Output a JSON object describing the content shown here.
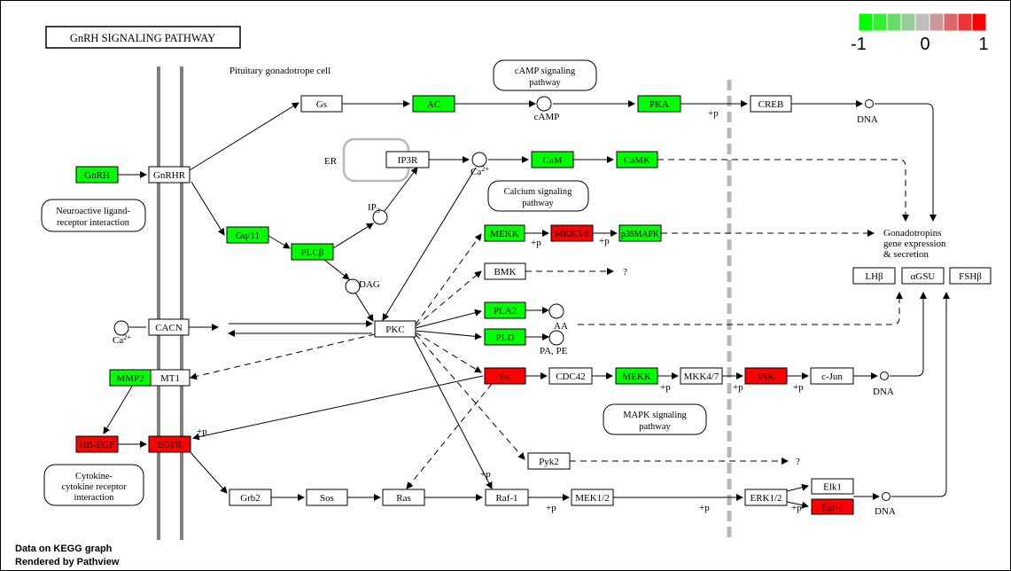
{
  "title": "GnRH  SIGNALING  PATHWAY",
  "colors": {
    "up": "#ff0000",
    "down": "#00ff00",
    "neutral": "#ffffff",
    "legend_steps": [
      "#00ff00",
      "#33ee33",
      "#66dd66",
      "#99cc99",
      "#bebebe",
      "#cc9999",
      "#dd6666",
      "#ee3333",
      "#ff0000"
    ]
  },
  "legend": {
    "min": "-1",
    "mid": "0",
    "max": "1"
  },
  "footer": {
    "line1": "Data on KEGG graph",
    "line2": "Rendered by Pathview"
  },
  "labels": {
    "cell": "Pituitary gonadotrope cell",
    "camp_box": [
      "cAMP signaling",
      "pathway"
    ],
    "calcium_box": [
      "Calcium signaling",
      "pathway"
    ],
    "mapk_box": [
      "MAPK signaling",
      "pathway"
    ],
    "neuro_box": [
      "Neuroactive ligand-",
      "receptor interaction"
    ],
    "cytokine_box": [
      "Cytokine-",
      "cytokine receptor",
      "interaction"
    ],
    "gonadotropins": [
      "Gonadotropins",
      "gene expression",
      "& secretion"
    ],
    "camp": "cAMP",
    "er": "ER",
    "ca_top": "Ca",
    "ca_left": "Ca",
    "ip3": "IP",
    "dag": "DAG",
    "aa": "AA",
    "pa_pe": "PA, PE",
    "dna": "DNA",
    "plus_p": "+p",
    "question": "?"
  },
  "nodes": {
    "gnrh": {
      "label": "GnRH",
      "state": "down"
    },
    "gnrhr": {
      "label": "GnRHR",
      "state": "neutral"
    },
    "gs": {
      "label": "Gs",
      "state": "neutral"
    },
    "ac": {
      "label": "AC",
      "state": "down"
    },
    "pka": {
      "label": "PKA",
      "state": "down"
    },
    "creb": {
      "label": "CREB",
      "state": "neutral"
    },
    "ip3r": {
      "label": "IP3R",
      "state": "neutral"
    },
    "cam": {
      "label": "CaM",
      "state": "down"
    },
    "camk": {
      "label": "CaMK",
      "state": "down"
    },
    "gq11": {
      "label": "Gq/11",
      "state": "down"
    },
    "plcb": {
      "label": "PLCβ",
      "state": "down"
    },
    "mekk_top": {
      "label": "MEKK",
      "state": "down"
    },
    "mkk36": {
      "label": "MKK3/6",
      "state": "up"
    },
    "p38": {
      "label": "p38MAPK",
      "state": "down"
    },
    "bmk": {
      "label": "BMK",
      "state": "neutral"
    },
    "pla2": {
      "label": "PLA2",
      "state": "down"
    },
    "pld": {
      "label": "PLD",
      "state": "down"
    },
    "cacn": {
      "label": "CACN",
      "state": "neutral"
    },
    "pkc": {
      "label": "PKC",
      "state": "neutral"
    },
    "mmp2": {
      "label": "MMP2",
      "state": "down"
    },
    "mt1": {
      "label": "MT1",
      "state": "neutral"
    },
    "src": {
      "label": "Src",
      "state": "up"
    },
    "cdc42": {
      "label": "CDC42",
      "state": "neutral"
    },
    "mekk_mid": {
      "label": "MEKK",
      "state": "down"
    },
    "mkk47": {
      "label": "MKK4/7",
      "state": "neutral"
    },
    "jnk": {
      "label": "JNK",
      "state": "up"
    },
    "cjun": {
      "label": "c-Jun",
      "state": "neutral"
    },
    "hbegf": {
      "label": "HB-EGF",
      "state": "up"
    },
    "egfr": {
      "label": "EGFR",
      "state": "up"
    },
    "pyk2": {
      "label": "Pyk2",
      "state": "neutral"
    },
    "grb2": {
      "label": "Grb2",
      "state": "neutral"
    },
    "sos": {
      "label": "Sos",
      "state": "neutral"
    },
    "ras": {
      "label": "Ras",
      "state": "neutral"
    },
    "raf1": {
      "label": "Raf-1",
      "state": "neutral"
    },
    "mek12": {
      "label": "MEK1/2",
      "state": "neutral"
    },
    "erk12": {
      "label": "ERK1/2",
      "state": "neutral"
    },
    "elk1": {
      "label": "Elk1",
      "state": "neutral"
    },
    "egr1": {
      "label": "Egr-1",
      "state": "up"
    },
    "lhb": {
      "label": "LHβ",
      "state": "neutral"
    },
    "agsu": {
      "label": "αGSU",
      "state": "neutral"
    },
    "fshb": {
      "label": "FSHβ",
      "state": "neutral"
    }
  }
}
